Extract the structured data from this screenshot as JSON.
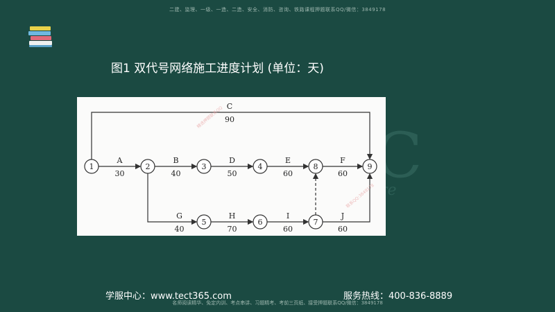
{
  "header": {
    "banner": "二建、监理、一级、一造、二造、安全、消防、咨询、铁路课程押题联系QQ/微信：3849178"
  },
  "slide": {
    "title": "图1  双代号网络施工进度计划 (单位：天)"
  },
  "diagram": {
    "nodes": [
      {
        "id": "n1",
        "label": "1"
      },
      {
        "id": "n2",
        "label": "2"
      },
      {
        "id": "n3",
        "label": "3"
      },
      {
        "id": "n4",
        "label": "4"
      },
      {
        "id": "n8",
        "label": "8"
      },
      {
        "id": "n9",
        "label": "9"
      },
      {
        "id": "n5",
        "label": "5"
      },
      {
        "id": "n6",
        "label": "6"
      },
      {
        "id": "n7",
        "label": "7"
      }
    ],
    "activities": [
      {
        "name": "A",
        "duration": "30",
        "from": "1",
        "to": "2"
      },
      {
        "name": "B",
        "duration": "40",
        "from": "2",
        "to": "3"
      },
      {
        "name": "D",
        "duration": "50",
        "from": "3",
        "to": "4"
      },
      {
        "name": "E",
        "duration": "60",
        "from": "4",
        "to": "8"
      },
      {
        "name": "F",
        "duration": "60",
        "from": "8",
        "to": "9"
      },
      {
        "name": "G",
        "duration": "40",
        "from": "2",
        "to": "5"
      },
      {
        "name": "H",
        "duration": "70",
        "from": "5",
        "to": "6"
      },
      {
        "name": "I",
        "duration": "60",
        "from": "6",
        "to": "7"
      },
      {
        "name": "J",
        "duration": "60",
        "from": "7",
        "to": "9"
      },
      {
        "name": "C",
        "duration": "90",
        "from": "1",
        "to": "9"
      }
    ],
    "dummy": {
      "from": "7",
      "to": "8"
    }
  },
  "footer": {
    "service_center": "学服中心：www.tect365.com",
    "hotline": "服务热线：400-836-8889",
    "small": "名师阅读精华、免定内训、考点串讲、习题精考、考前三页纸、接受押题联系QQ/微信：3849178"
  },
  "colors": {
    "background": "#1b4a42",
    "diagram_bg": "#fbfbfa",
    "text": "#ffffff"
  }
}
